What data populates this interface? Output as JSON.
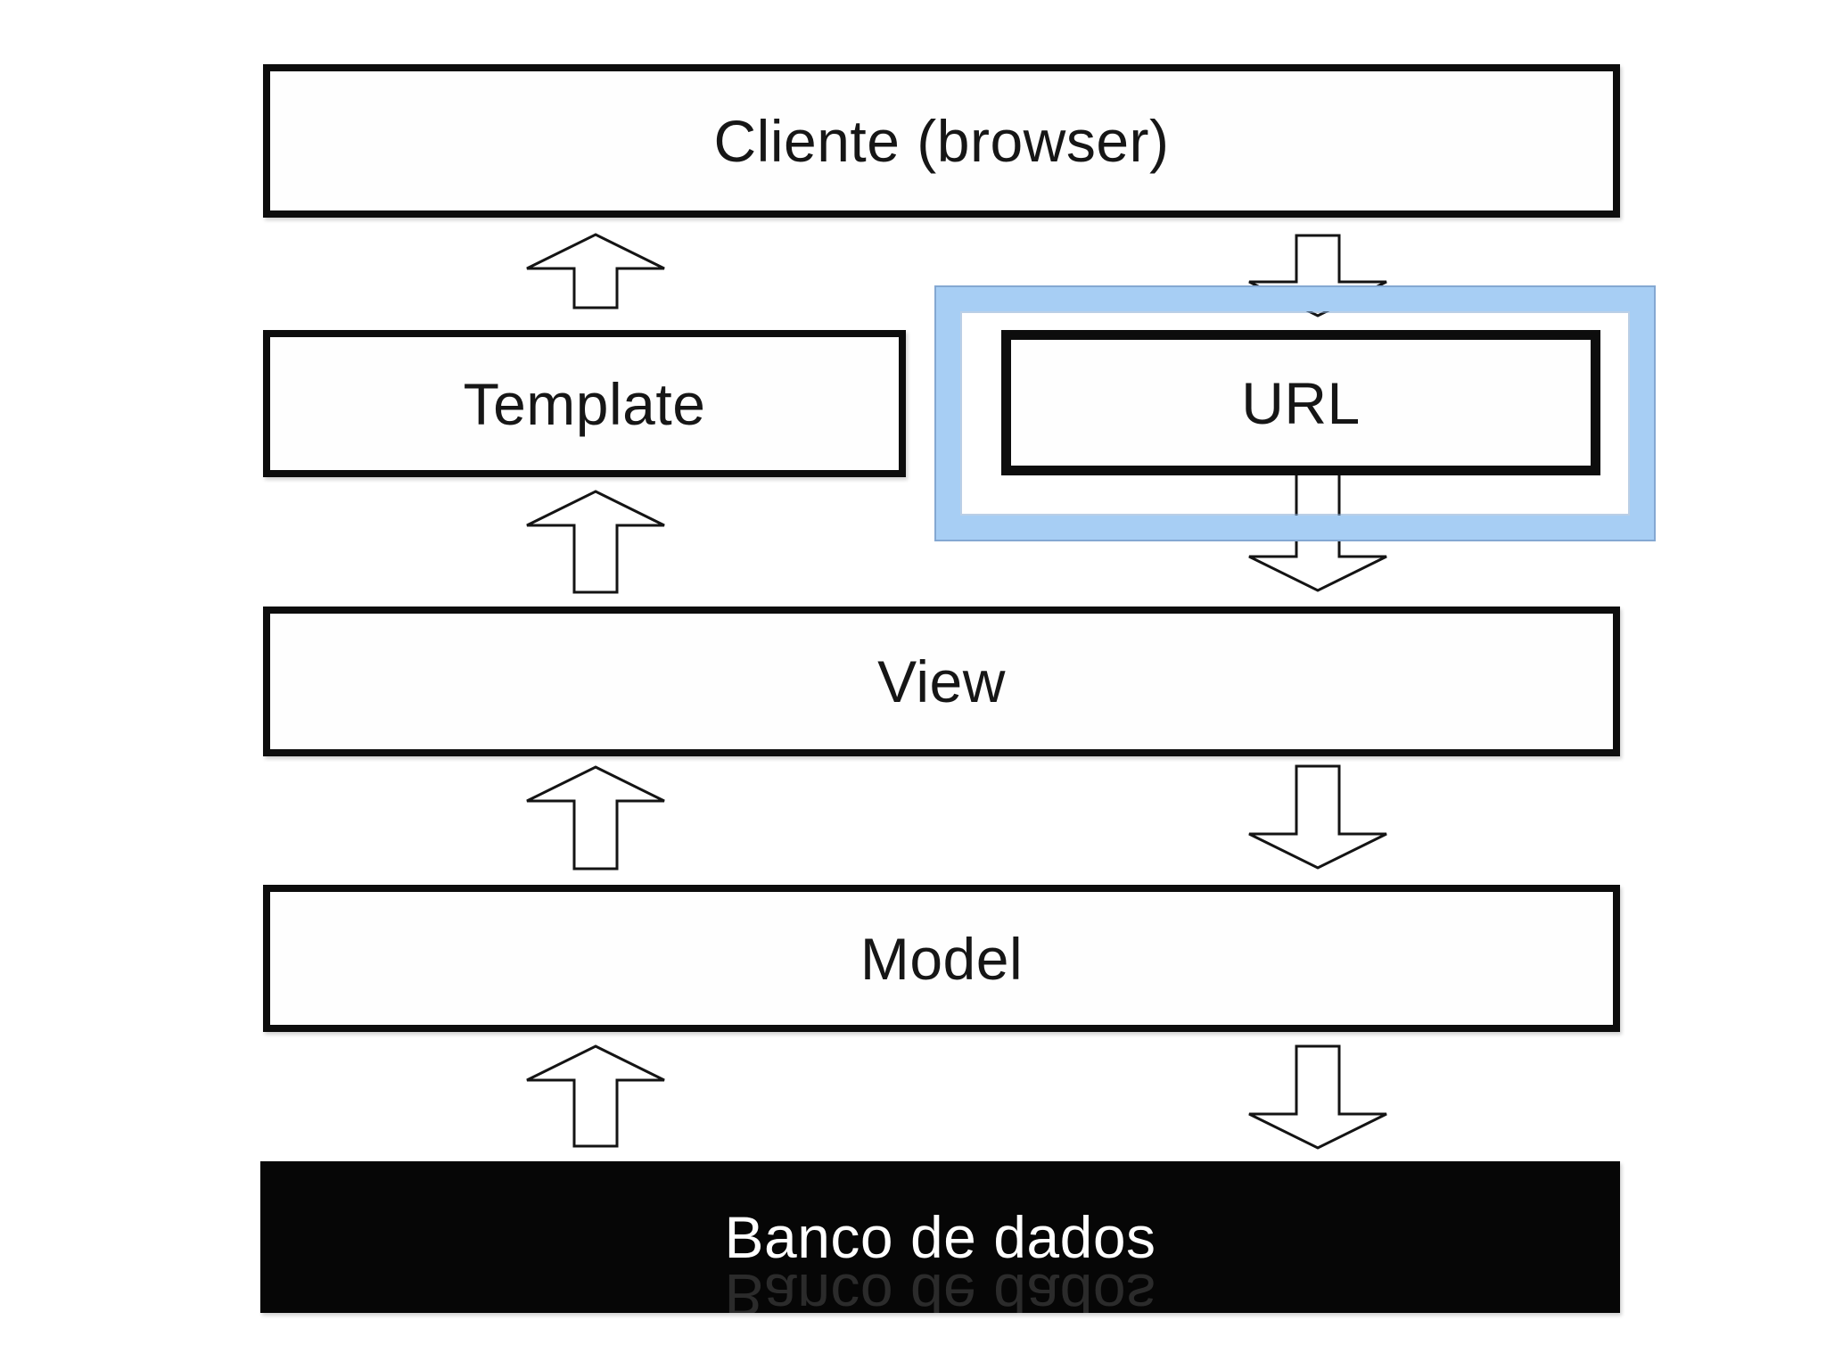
{
  "diagram": {
    "boxes": {
      "cliente": "Cliente (browser)",
      "template": "Template",
      "url": "URL",
      "view": "View",
      "model": "Model",
      "banco": "Banco de dados"
    },
    "highlight": {
      "target": "URL",
      "fill": "#a7cef4",
      "edge": "#84a8d2"
    },
    "colors": {
      "background": "#ffffff",
      "box_border": "#0d0d0d",
      "box_fill": "#fefefe",
      "text": "#161616",
      "banco_fill": "#060606",
      "banco_text": "#ffffff"
    },
    "arrows": {
      "up": [
        "template-to-cliente",
        "view-to-template",
        "model-to-view",
        "banco-to-model"
      ],
      "down": [
        "cliente-to-url",
        "url-to-view",
        "view-to-model",
        "model-to-banco"
      ]
    }
  }
}
